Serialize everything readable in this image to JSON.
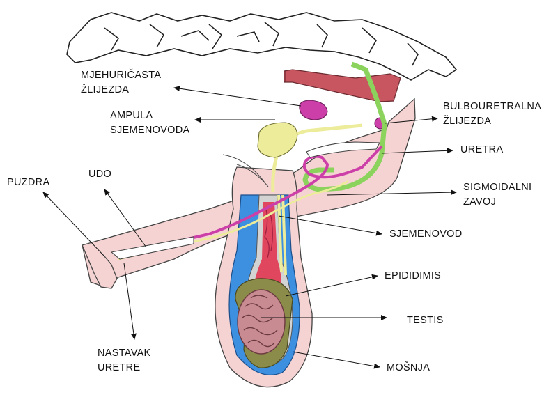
{
  "labels": {
    "seminal_vesicle": [
      "MJEHURIČASTA",
      "ŽLIJEZDA"
    ],
    "ampulla": [
      "AMPULA",
      "SJEMENOVODA"
    ],
    "bulbourethral": [
      "BULBOURETRALNA",
      "ŽLIJEZDA"
    ],
    "urethra": "URETRA",
    "sigmoid": [
      "SIGMOIDALNI",
      "ZAVOJ"
    ],
    "vas_deferens": "SJEMENOVOD",
    "epididymis": "EPIDIDIMIS",
    "testis": "TESTIS",
    "scrotum": "MOŠNJA",
    "sheath": "PUZDRA",
    "penis": "UDO",
    "urethral_process": [
      "NASTAVAK",
      "URETRE"
    ]
  },
  "colors": {
    "skin": "#f6d3d3",
    "tunic_outer": "#f4c2c2",
    "tunic_blue": "#3d8fe0",
    "testis": "#c98b92",
    "epididymis": "#8b8b4a",
    "gland_magenta": "#cc3fa8",
    "urethra_green": "#8bd35c",
    "vas_yellow": "#ecec9a",
    "muscle_red": "#c85660",
    "bone": "#ffffff"
  }
}
